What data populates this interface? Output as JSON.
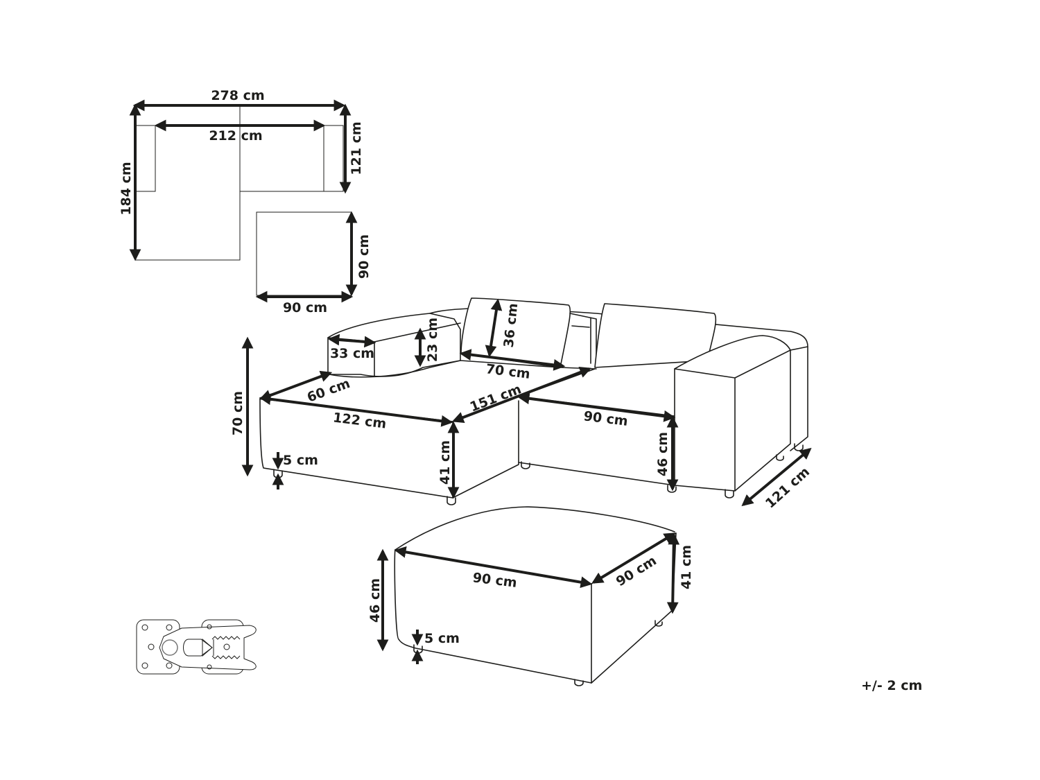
{
  "diagram": {
    "subject": "L-shaped corner sofa with ottoman — dimensions",
    "ink_color": "#1d1d1b",
    "background": "#ffffff",
    "top_view": {
      "sofa": {
        "overall_width": "278 cm",
        "inner_width": "212 cm",
        "depth": "121 cm",
        "chaise_length": "184 cm"
      },
      "ottoman": {
        "width": "90 cm",
        "depth": "90 cm"
      }
    },
    "sofa_3d": {
      "overall_height": "70 cm",
      "armrest_width": "33 cm",
      "armrest_height": "23 cm",
      "cushion_height": "36 cm",
      "cushion_width": "70 cm",
      "seat_depth_backrest": "60 cm",
      "chaise_front_width": "122 cm",
      "chaise_side_length": "151 cm",
      "seat_width": "90 cm",
      "chaise_seat_height": "41 cm",
      "seat_height": "46 cm",
      "leg_height": "5 cm",
      "depth": "121 cm"
    },
    "ottoman_3d": {
      "width": "90 cm",
      "depth": "90 cm",
      "height": "46 cm",
      "seat_height": "41 cm",
      "leg_height": "5 cm"
    },
    "connector_icon": "connector-clip-icon",
    "tolerance": "+/- 2 cm"
  }
}
